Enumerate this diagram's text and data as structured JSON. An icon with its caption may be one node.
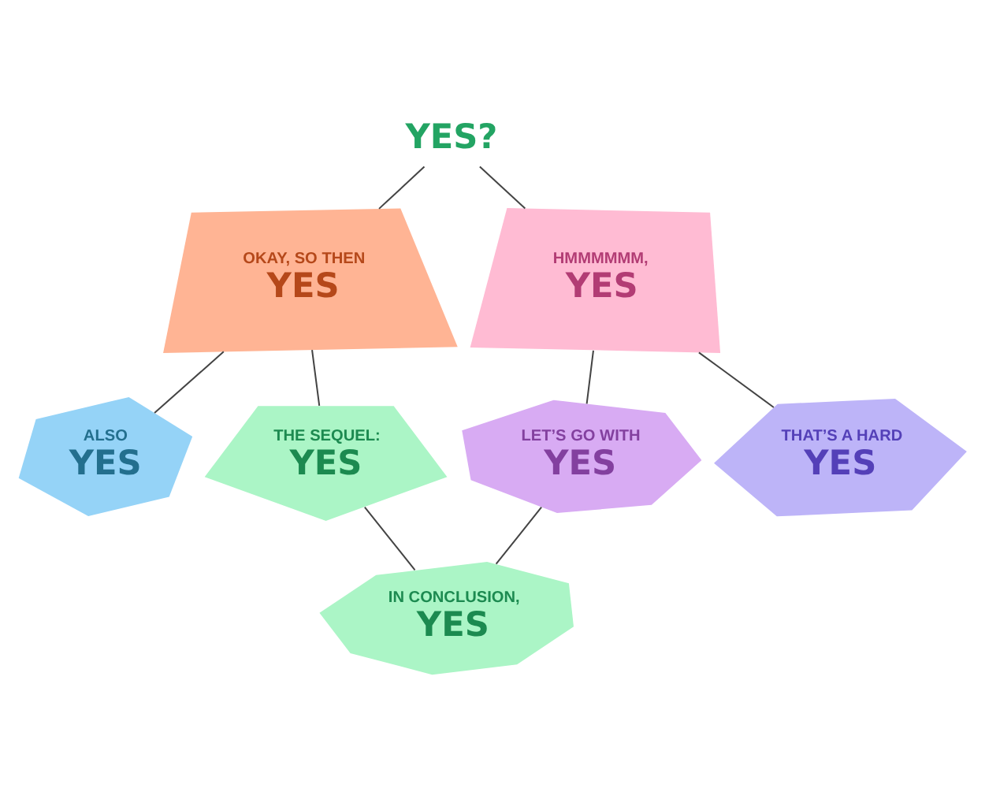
{
  "diagram": {
    "nodes": [
      {
        "text": [
          "YES?"
        ]
      },
      {
        "text": [
          "OKAY, SO THEN",
          "YES"
        ]
      },
      {
        "text": [
          "HMMMMMM,",
          "YES"
        ]
      },
      {
        "text": [
          "ALSO",
          "YES"
        ]
      },
      {
        "text": [
          "THE SEQUEL:",
          "YES"
        ]
      },
      {
        "text": [
          "LET’S GO WITH",
          "YES"
        ]
      },
      {
        "text": [
          "THAT’S A HARD",
          "YES"
        ]
      },
      {
        "text": [
          "IN CONCLUSION,",
          "YES"
        ]
      }
    ],
    "edges": [
      {
        "from": 0,
        "to": 1,
        "arrow": "none"
      },
      {
        "from": 0,
        "to": 2,
        "arrow": "none"
      },
      {
        "from": 1,
        "to": 3,
        "arrow": "none"
      },
      {
        "from": 1,
        "to": 4,
        "arrow": "none"
      },
      {
        "from": 2,
        "to": 5,
        "arrow": "none"
      },
      {
        "from": 2,
        "to": 6,
        "arrow": "none"
      },
      {
        "from": 4,
        "to": 7,
        "arrow": "none"
      },
      {
        "from": 5,
        "to": 7,
        "arrow": "none"
      }
    ]
  }
}
